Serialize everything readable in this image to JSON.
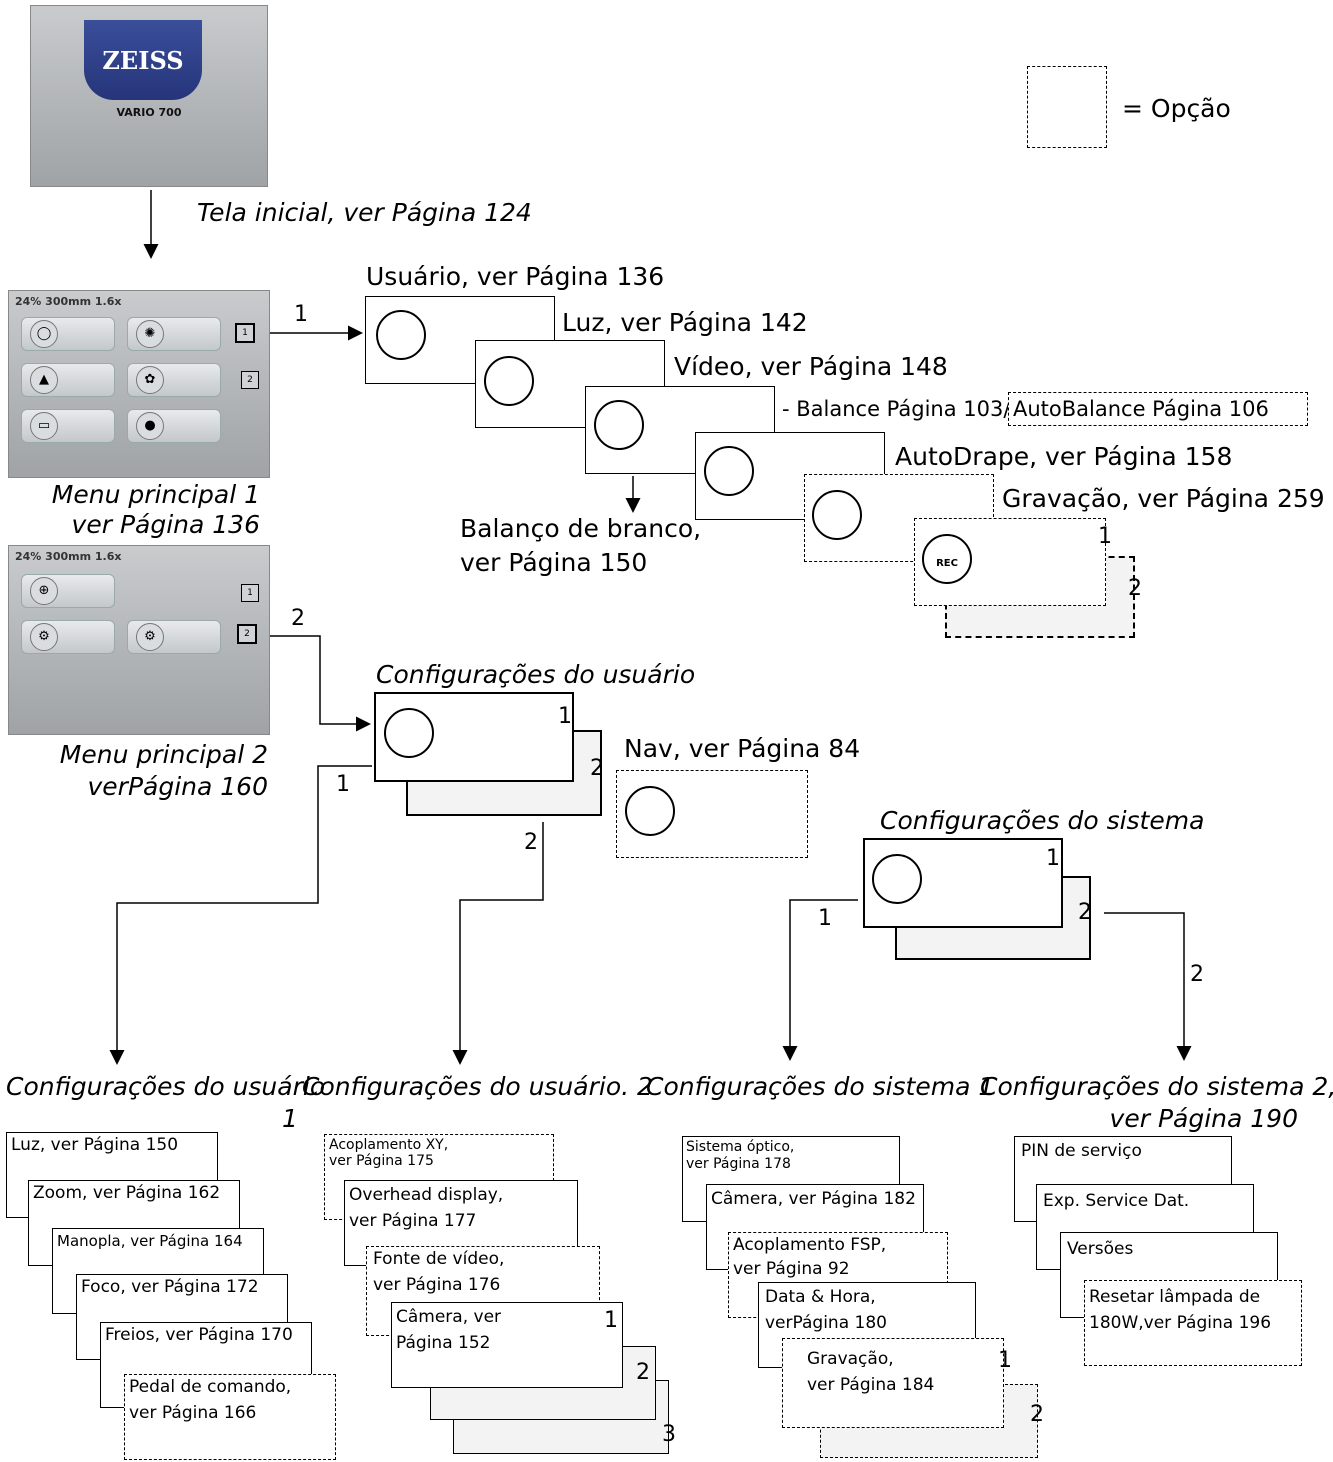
{
  "legend": {
    "label": "= Opção"
  },
  "splash": {
    "brand": "ZEISS",
    "model": "VARIO 700",
    "caption": "Tela inicial, ver Página 124"
  },
  "menu1": {
    "status": "24%   300mm  1.6x",
    "caption_line1": "Menu principal 1",
    "caption_line2": "ver Página 136",
    "tab1": "1",
    "tab2": "2"
  },
  "menu2": {
    "status": "24%   300mm  1.6x",
    "caption_line1": "Menu principal 2",
    "caption_line2": "verPágina 160",
    "tab1": "1",
    "tab2": "2"
  },
  "edge_labels": {
    "menu1": "1",
    "menu2": "2",
    "user_left": "1",
    "user_right": "2",
    "sys_left": "1",
    "sys_right": "2"
  },
  "chain": {
    "usuario": "Usuário, ver Página 136",
    "luz": "Luz, ver Página 142",
    "video": "Vídeo, ver Página 148",
    "balance": "- Balance Página 103/",
    "autobalance": "AutoBalance Página 106",
    "autodrape": "AutoDrape, ver Página 158",
    "gravacao": "Gravação, ver Página 259",
    "balanco_line1": "Balanço de branco,",
    "balanco_line2": "ver Página 150",
    "rec_page1": "1",
    "rec_page2": "2",
    "rec_label": "REC"
  },
  "user_settings": {
    "title": "Configurações do usuário",
    "page1": "1",
    "page2": "2"
  },
  "nav": {
    "label": "Nav, ver Página 84"
  },
  "system_settings": {
    "title": "Configurações do sistema",
    "page1": "1",
    "page2": "2"
  },
  "col_user1": {
    "title_line1": "Configurações do usuário",
    "title_line2": "1",
    "items": [
      "Luz, ver Página 150",
      "Zoom, ver Página 162",
      "Manopla, ver Página 164",
      "Foco, ver Página 172",
      "Freios, ver Página 170"
    ],
    "pedal_line1": "Pedal de comando,",
    "pedal_line2": "ver Página 166"
  },
  "col_user2": {
    "title": "Configurações do usuário. 2",
    "xy_line1": "Acoplamento XY,",
    "xy_line2": "ver Página 175",
    "overhead_line1": "Overhead display,",
    "overhead_line2": "ver Página 177",
    "fonte_line1": "Fonte de vídeo,",
    "fonte_line2": "ver Página 176",
    "camera_line1": "Câmera, ver",
    "camera_line2": "Página 152",
    "page1": "1",
    "page2": "2",
    "page3": "3"
  },
  "col_sys1": {
    "title": "Configurações do sistema 1",
    "optico_line1": "Sistema óptico,",
    "optico_line2": "ver Página 178",
    "camera": "Câmera, ver Página 182",
    "fsp_line1": "Acoplamento FSP,",
    "fsp_line2": "ver Página 92",
    "data_line1": "Data & Hora,",
    "data_line2": "verPágina 180",
    "grav_line1": "Gravação,",
    "grav_line2": "ver Página 184",
    "page1": "1",
    "page2": "2"
  },
  "col_sys2": {
    "title_line1": "Configurações do sistema 2,",
    "title_line2": "ver Página 190",
    "pin": "PIN de serviço",
    "exp": "Exp. Service Dat.",
    "versoes": "Versões",
    "reset_line1": "Resetar lâmpada de",
    "reset_line2": "180W,ver Página 196"
  }
}
